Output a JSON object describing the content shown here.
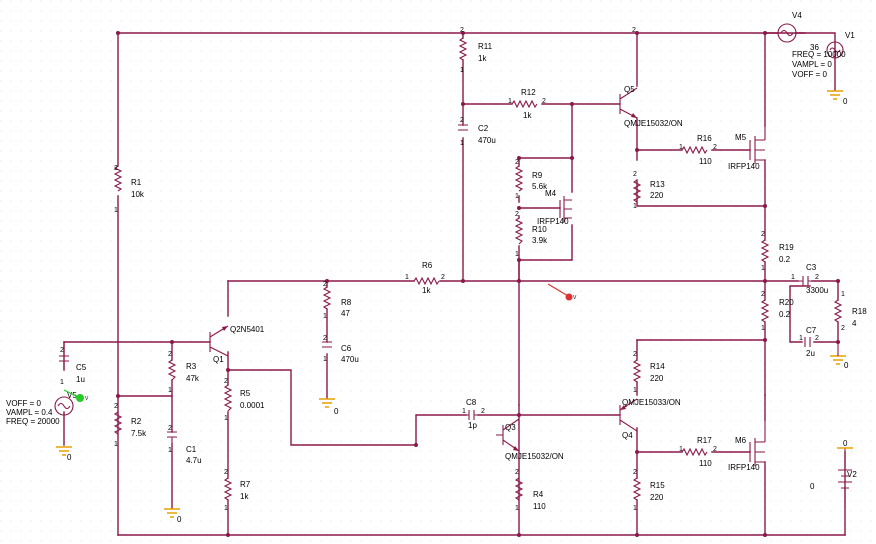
{
  "parts": {
    "r1": {
      "name": "R1",
      "value": "10k"
    },
    "r2": {
      "name": "R2",
      "value": "7.5k"
    },
    "r3": {
      "name": "R3",
      "value": "47k"
    },
    "r4": {
      "name": "R4",
      "value": "110"
    },
    "r5": {
      "name": "R5",
      "value": "0.0001"
    },
    "r6": {
      "name": "R6",
      "value": "1k"
    },
    "r7": {
      "name": "R7",
      "value": "1k"
    },
    "r8": {
      "name": "R8",
      "value": "47"
    },
    "r9": {
      "name": "R9",
      "value": "5.6k"
    },
    "r10": {
      "name": "R10",
      "value": "3.9k"
    },
    "r11": {
      "name": "R11",
      "value": "1k"
    },
    "r12": {
      "name": "R12",
      "value": "1k"
    },
    "r13": {
      "name": "R13",
      "value": "220"
    },
    "r14": {
      "name": "R14",
      "value": "220"
    },
    "r15": {
      "name": "R15",
      "value": "220"
    },
    "r16": {
      "name": "R16",
      "value": "110"
    },
    "r17": {
      "name": "R17",
      "value": "110"
    },
    "r18": {
      "name": "R18",
      "value": "4"
    },
    "r19": {
      "name": "R19",
      "value": "0.2"
    },
    "r20": {
      "name": "R20",
      "value": "0.2"
    },
    "c1": {
      "name": "C1",
      "value": "4.7u"
    },
    "c2": {
      "name": "C2",
      "value": "470u"
    },
    "c3": {
      "name": "C3",
      "value": "3300u"
    },
    "c5": {
      "name": "C5",
      "value": "1u"
    },
    "c6": {
      "name": "C6",
      "value": "470u"
    },
    "c7": {
      "name": "C7",
      "value": "2u"
    },
    "c8": {
      "name": "C8",
      "value": "1p"
    },
    "q1": {
      "name": "Q1",
      "model": "Q2N5401"
    },
    "q3": {
      "name": "Q3",
      "model": "QMJE15032/ON"
    },
    "q4": {
      "name": "Q4",
      "model": "QMJE15033/ON"
    },
    "q5": {
      "name": "Q5",
      "model": "QMJE15032/ON"
    },
    "m4": {
      "name": "M4",
      "model": "IRFP140"
    },
    "m5": {
      "name": "M5",
      "model": "IRFP140"
    },
    "m6": {
      "name": "M6",
      "model": "IRFP140"
    },
    "v1": {
      "name": "V1",
      "freq": "FREQ = 10000",
      "vampl": "VAMPL = 0",
      "voff": "VOFF = 0"
    },
    "v2": {
      "name": "V2",
      "value": "0"
    },
    "v4": {
      "name": "V4",
      "value": "36"
    },
    "v5": {
      "name": "V5",
      "voff": "VOFF = 0",
      "vampl": "VAMPL = 0.4",
      "freq": "FREQ = 20000"
    }
  },
  "ground_label": "0",
  "pin_1": "1",
  "pin_2": "2",
  "probe_v": "V",
  "colors": {
    "wire": "#8a1848",
    "junction": "#8a1848",
    "probe_red": "#e03030",
    "probe_green": "#22cc22",
    "background": "#ffffff"
  }
}
